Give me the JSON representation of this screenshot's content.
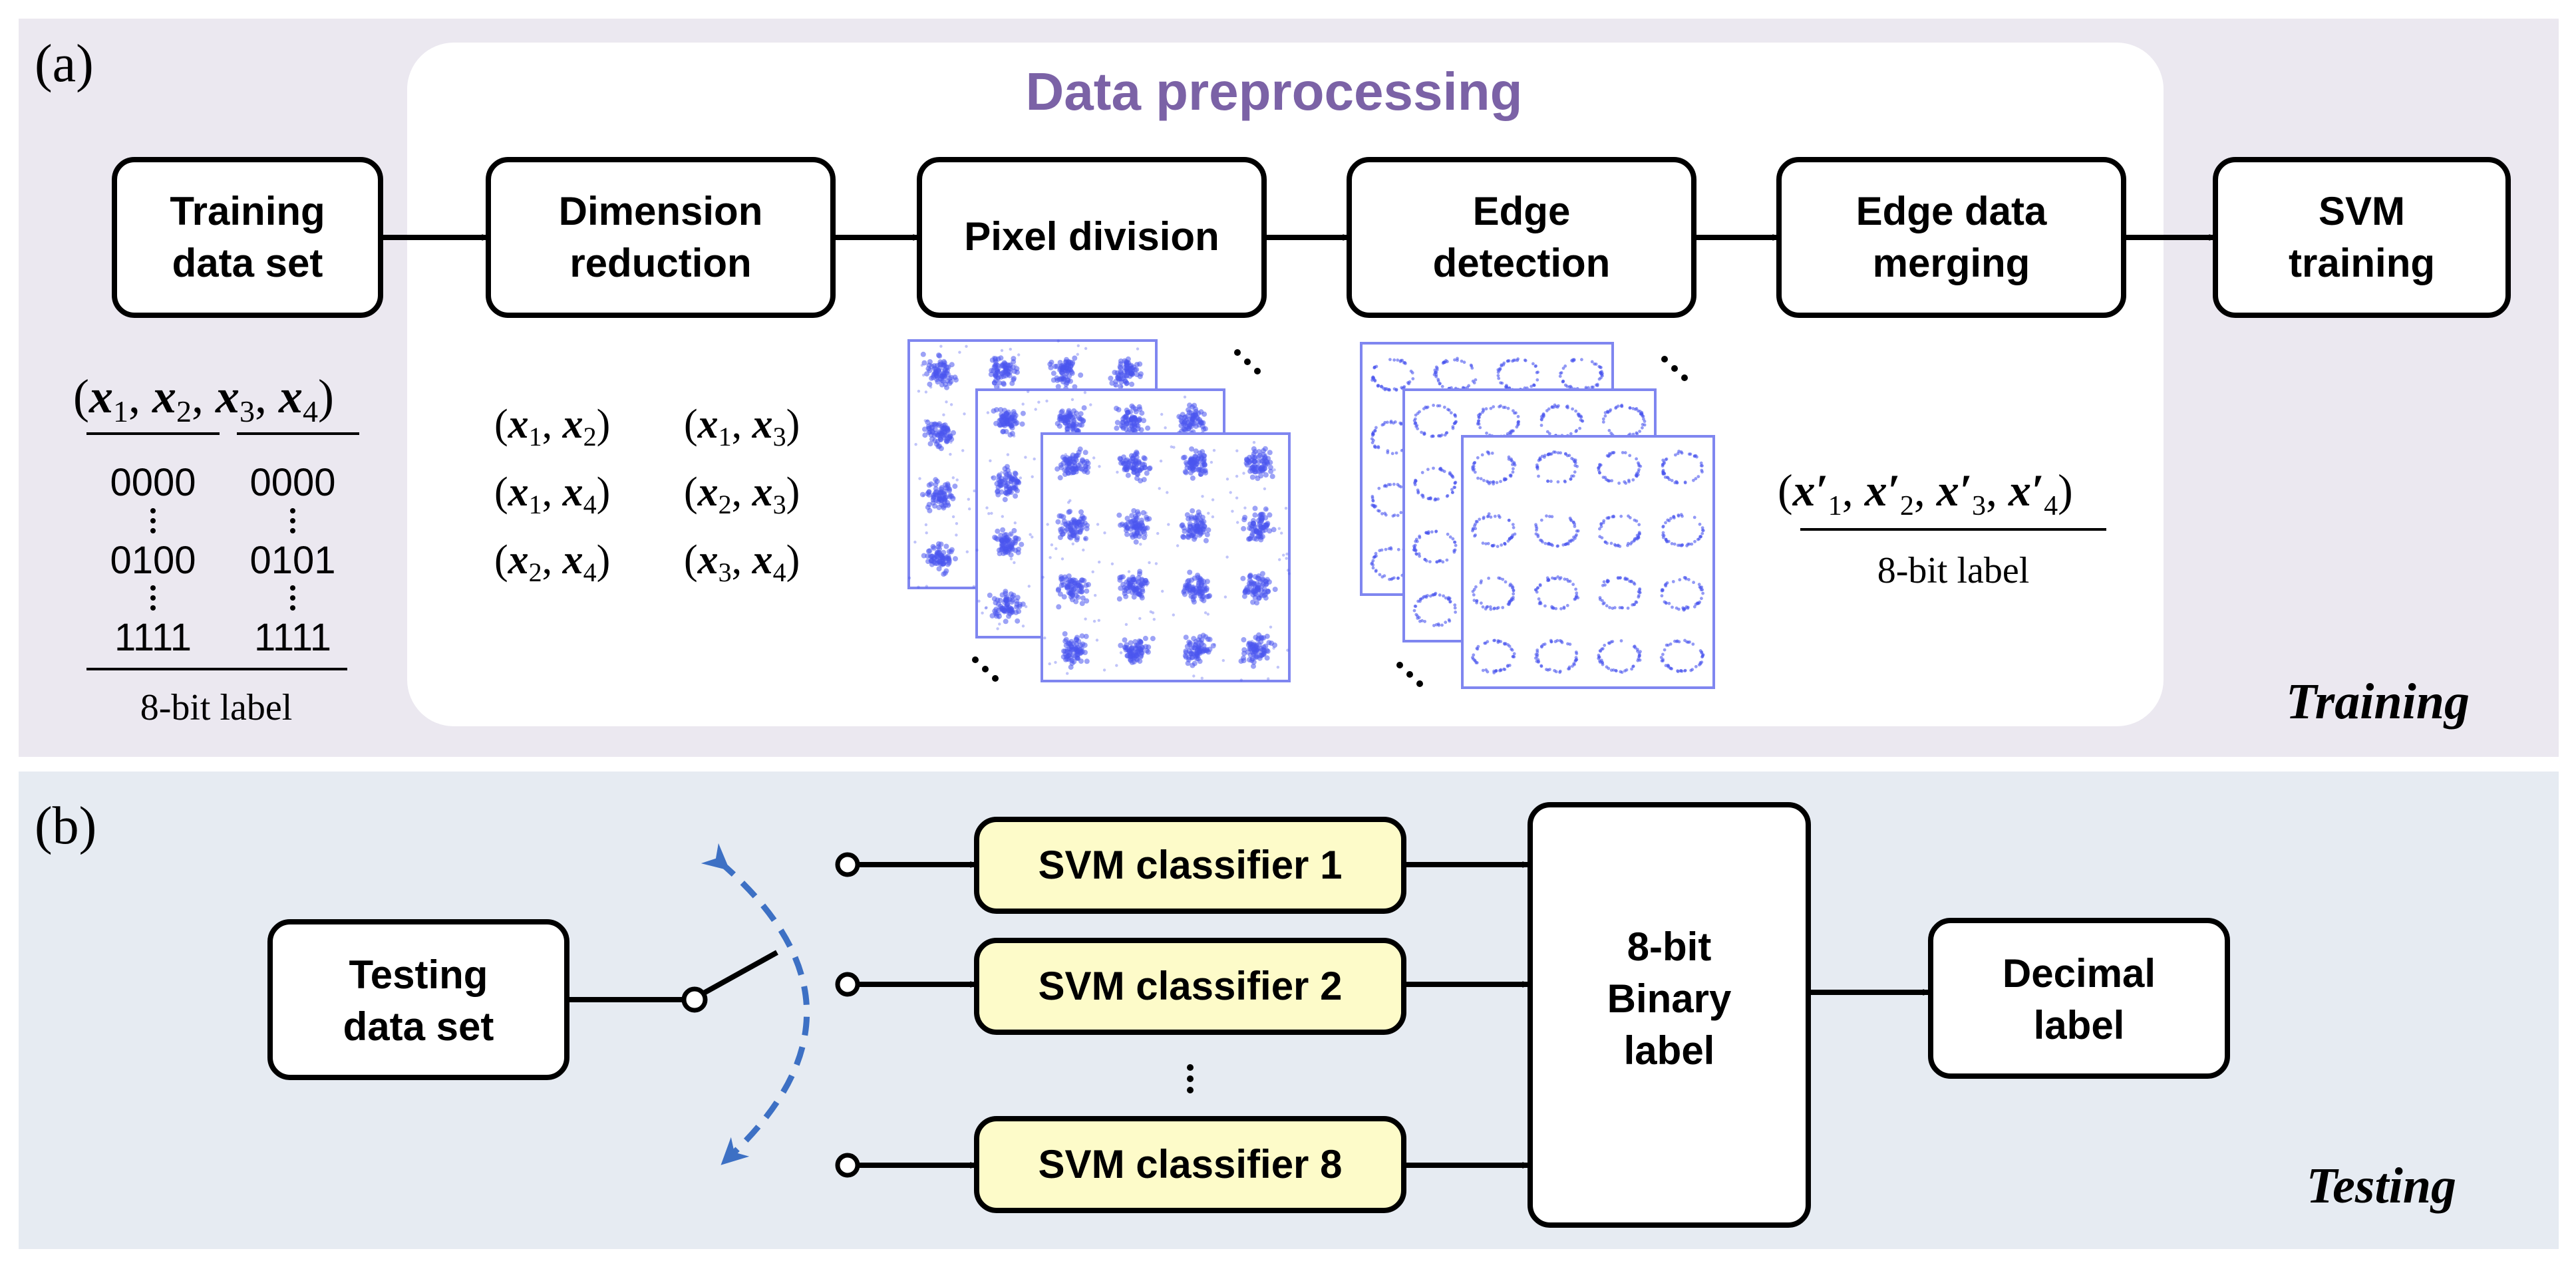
{
  "panel_a": {
    "label": "(a)",
    "section_title": "Data preprocessing",
    "corner_label": "Training",
    "boxes": [
      {
        "line1": "Training",
        "line2": "data set"
      },
      {
        "line1": "Dimension",
        "line2": "reduction"
      },
      {
        "line1": "Pixel division",
        "line2": ""
      },
      {
        "line1": "Edge",
        "line2": "detection"
      },
      {
        "line1": "Edge data",
        "line2": "merging"
      },
      {
        "line1": "SVM",
        "line2": "training"
      }
    ],
    "training_tuple": {
      "open": "(",
      "close": ")",
      "vars": [
        "x",
        "x",
        "x",
        "x"
      ],
      "subs": [
        "1",
        "2",
        "3",
        "4"
      ]
    },
    "label_table": {
      "left": [
        "0000",
        "0100",
        "1111"
      ],
      "right": [
        "0000",
        "0101",
        "1111"
      ],
      "caption": "8-bit label"
    },
    "pairs": [
      {
        "a": "x",
        "a_sub": "1",
        "b": "x",
        "b_sub": "2"
      },
      {
        "a": "x",
        "a_sub": "1",
        "b": "x",
        "b_sub": "3"
      },
      {
        "a": "x",
        "a_sub": "1",
        "b": "x",
        "b_sub": "4"
      },
      {
        "a": "x",
        "a_sub": "2",
        "b": "x",
        "b_sub": "3"
      },
      {
        "a": "x",
        "a_sub": "2",
        "b": "x",
        "b_sub": "4"
      },
      {
        "a": "x",
        "a_sub": "3",
        "b": "x",
        "b_sub": "4"
      }
    ],
    "merged_tuple": {
      "var": "x′",
      "subs": [
        "1",
        "2",
        "3",
        "4"
      ]
    },
    "merged_caption": "8-bit label",
    "colors": {
      "panel_bg": "#ebe8f0",
      "inner_bg": "#ffffff",
      "title": "#7b62a6",
      "corner": "#a899c2",
      "points": "#4a55ee"
    }
  },
  "panel_b": {
    "label": "(b)",
    "corner_label": "Testing",
    "testing_box": {
      "line1": "Testing",
      "line2": "data set"
    },
    "classifiers": [
      "SVM classifier 1",
      "SVM classifier 2",
      "SVM classifier 8"
    ],
    "binary_box": {
      "line1": "8-bit",
      "line2": "Binary",
      "line3": "label"
    },
    "decimal_box": {
      "line1": "Decimal",
      "line2": "label"
    },
    "colors": {
      "panel_bg": "#e6ebf2",
      "classifier_fill": "#fdfbc9",
      "corner": "#3aaad0",
      "switch_arrow": "#3d70c4"
    }
  }
}
